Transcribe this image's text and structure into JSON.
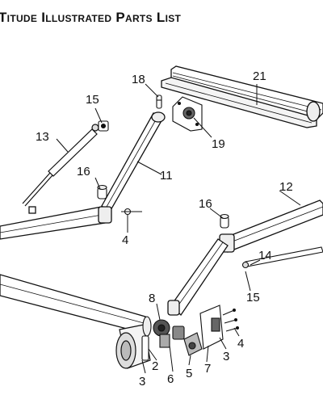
{
  "header": {
    "title": "Titude Illustrated Parts List"
  },
  "callouts": {
    "c2": "2",
    "c3a": "3",
    "c3b": "3",
    "c4a": "4",
    "c4b": "4",
    "c5": "5",
    "c6": "6",
    "c7": "7",
    "c8": "8",
    "c11": "11",
    "c12": "12",
    "c13": "13",
    "c14": "14",
    "c15a": "15",
    "c15b": "15",
    "c16a": "16",
    "c16b": "16",
    "c18": "18",
    "c19": "19",
    "c21": "21"
  }
}
